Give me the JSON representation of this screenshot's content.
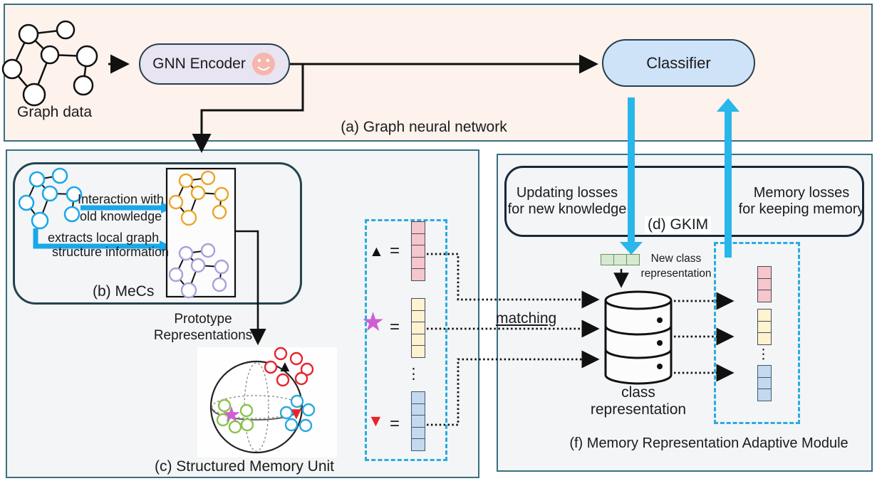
{
  "panel_a": {
    "label": "(a) Graph neural network",
    "graph_data_label": "Graph data",
    "gnn_encoder_label": "GNN Encoder",
    "classifier_label": "Classifier"
  },
  "panel_b": {
    "interaction_line1": "Interaction with",
    "interaction_line2": "old knowledge",
    "extracts_line1": "extracts local graph",
    "extracts_line2": "structure information",
    "mecs_label": "(b) MeCs",
    "prototype_line1": "Prototype",
    "prototype_line2": "Representations",
    "smu_label": "(c) Structured Memory Unit"
  },
  "memory_box": {
    "triangle_up": "▲",
    "star": "★",
    "triangle_down": "▼",
    "equals": "=",
    "ellipsis": "⋮"
  },
  "middle": {
    "matching_label": "matching"
  },
  "panel_f": {
    "updating_line1": "Updating losses",
    "updating_line2": "for new knowledge",
    "gkim_label": "(d) GKIM",
    "memory_line1": "Memory losses",
    "memory_line2": "for keeping memory",
    "new_class_line1": "New class",
    "new_class_line2": "representation",
    "class_line1": "class",
    "class_line2": "representation",
    "module_label": "(f) Memory Representation Adaptive Module",
    "ellipsis": "⋮"
  },
  "colors": {
    "panel_a_bg": "#fdf2ec",
    "panel_bg": "#f3f5f6",
    "panel_border": "#3a6e80",
    "gnn_pill_bg": "#e8e4f2",
    "classifier_pill_bg": "#cfe3f8",
    "big_arrow_cyan": "#29b6ea",
    "small_arrow_cyan": "#1aa7e8",
    "dashed_box_cyan": "#29abe2",
    "graph_node_cyan": "#1aa7e8",
    "graph_node_orange": "#eaa62a",
    "graph_node_purple": "#a8a2d8",
    "cluster_red": "#e8252a",
    "cluster_green": "#8bc34a",
    "cluster_blue": "#2aa8e0",
    "star_magenta": "#cf5ed2",
    "smiley_pink": "#f5b6ae"
  },
  "vectors": {
    "proto_pink": {
      "cells": 5,
      "fill": "#f5c6cc",
      "border": "#4a4a5c"
    },
    "proto_yellow": {
      "cells": 5,
      "fill": "#fdf3cf",
      "border": "#4a4a5c"
    },
    "proto_blue": {
      "cells": 5,
      "fill": "#c4d9ed",
      "border": "#3e5a74"
    },
    "new_class_green": {
      "cells": 3,
      "fill": "#d7e9d0",
      "border": "#6d8f66"
    },
    "mem_pink": {
      "cells": 3,
      "fill": "#f5c6cc",
      "border": "#4a4a5c"
    },
    "mem_yellow": {
      "cells": 3,
      "fill": "#fdf3cf",
      "border": "#4a4a5c"
    },
    "mem_blue": {
      "cells": 3,
      "fill": "#c4d9ed",
      "border": "#3e5a74"
    }
  }
}
